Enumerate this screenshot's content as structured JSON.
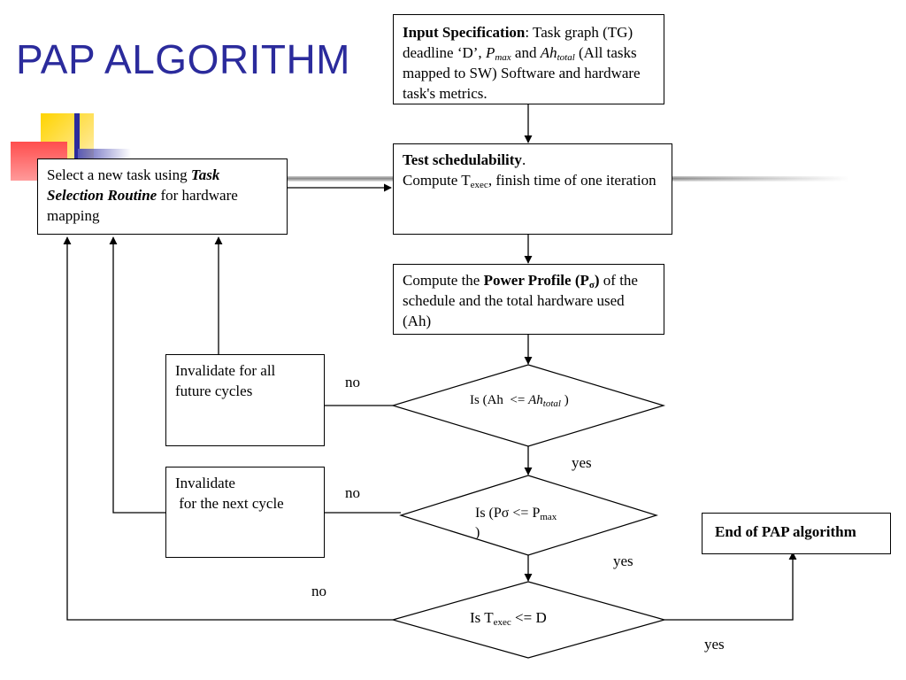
{
  "title": "PAP ALGORITHM",
  "input_box": {
    "bold": "Input Specification",
    "t1": ": Task graph (TG) deadline ‘D’, ",
    "pmax_p": "P",
    "pmax_sub": "max",
    "t2": " and ",
    "ah_ah": "Ah",
    "ah_sub": "total",
    "t3": " (All tasks mapped to SW) Software and hardware task's metrics."
  },
  "test_box": {
    "bold": "Test schedulability",
    "t1": ".",
    "t2": "Compute T",
    "texec_sub": "exec",
    "t3": ", finish time of one iteration"
  },
  "select_box": {
    "t1": "Select a new task using ",
    "bold": "Task Selection Routine",
    "t2": " for hardware mapping"
  },
  "power_box": {
    "t1": "Compute the ",
    "bold": "Power Profile (P",
    "sigma": "σ",
    "bold2": ")",
    "t2": " of the schedule and the total hardware used (Ah)"
  },
  "invalidate_all": "Invalidate for all future cycles",
  "invalidate_next_1": "Invalidate",
  "invalidate_next_2": " for the next cycle",
  "end_box": "End of PAP algorithm",
  "decision1": {
    "t1": "Is (Ah  <= ",
    "ah": "Ah",
    "sub": "total",
    "t2": " )"
  },
  "decision2": {
    "t1": "Is (Pσ <= P",
    "sub": "max",
    "t2": ")"
  },
  "decision3": {
    "t1": "Is T",
    "sub": "exec",
    "t2": " <= D"
  },
  "labels": {
    "no": "no",
    "yes": "yes"
  },
  "colors": {
    "title": "#2b2b9c",
    "deco_yellow": "#ffd400",
    "deco_red": "#ff4d4d",
    "deco_blue": "#3030a0"
  }
}
